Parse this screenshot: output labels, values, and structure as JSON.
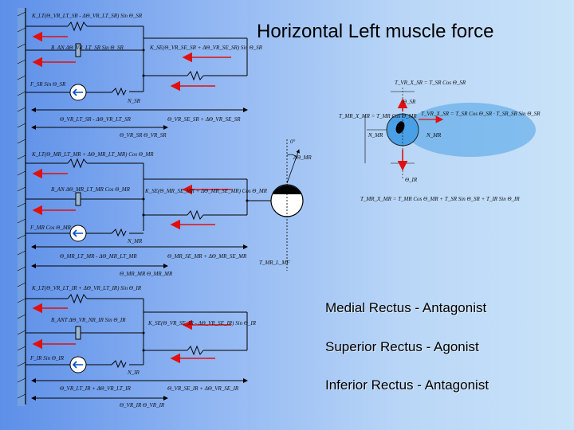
{
  "title": "Horizontal Left muscle force",
  "legend": {
    "medial": "Medial Rectus - Antagonist",
    "superior": "Superior Rectus - Agonist",
    "inferior": "Inferior Rectus - Antagonist"
  },
  "colors": {
    "arrow": "#e01010",
    "wire": "#000000",
    "eyeball": "#4aa0e6",
    "node_fill": "#ffffff"
  },
  "icons": [
    "spring-icon",
    "damper-icon",
    "force-source-icon",
    "eyeball-icon"
  ]
}
